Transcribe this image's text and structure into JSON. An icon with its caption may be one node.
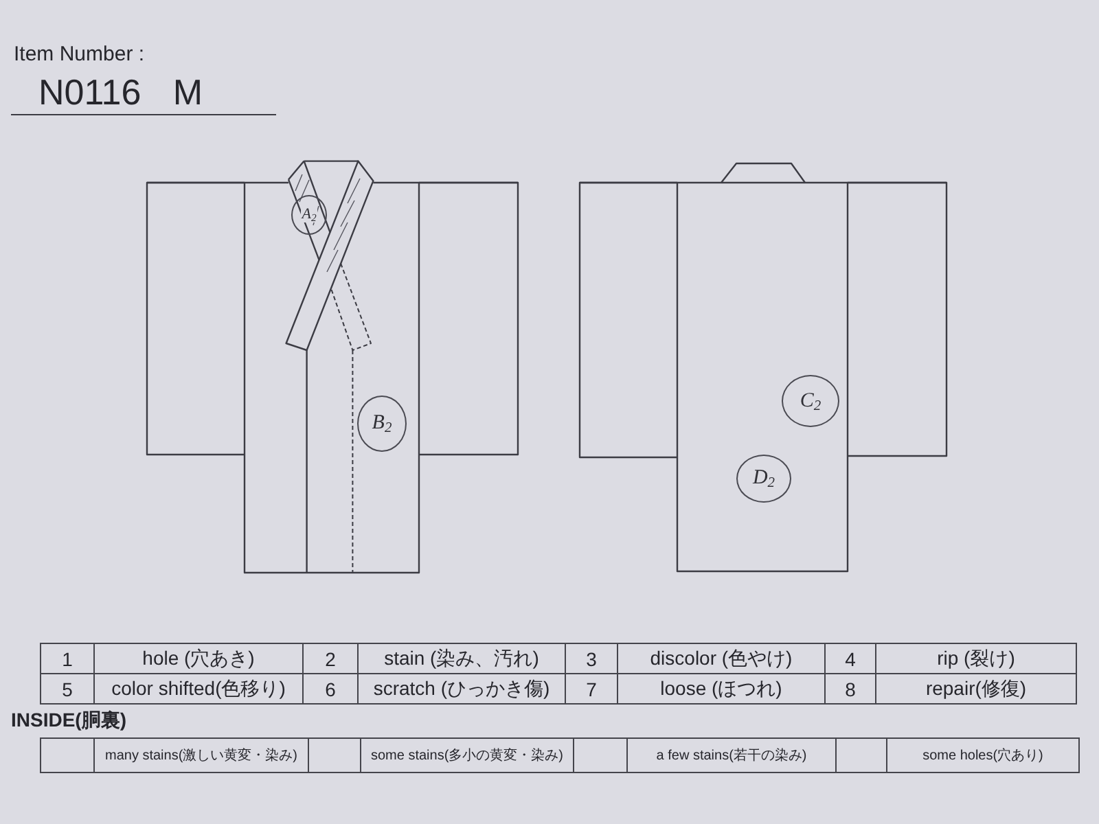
{
  "diagram": {
    "nodes": [
      {
        "text": [
          "A$_{2}$"
        ]
      },
      {
        "text": [
          "B$_{2}$"
        ]
      },
      {
        "text": [
          "C$_{2}$"
        ]
      },
      {
        "text": [
          "D$_{2}$"
        ]
      }
    ],
    "labels": [
      "Item Number :",
      "N0116 M",
      "1",
      "hole (穴あき)",
      "2",
      "stain (染み、汚れ)",
      "3",
      "discolor (色やけ)",
      "4",
      "rip (裂け)",
      "5",
      "color shifted(色移り)",
      "6",
      "scratch (ひっかき傷)",
      "7",
      "loose (ほつれ)",
      "8",
      "repair(修復)",
      "INSIDE(胴裏)",
      "many stains(激しい黄変・染み)",
      "some stains(多小の黄変・染み)",
      "a few stains(若干の染み)",
      "some holes(穴あり)"
    ]
  }
}
